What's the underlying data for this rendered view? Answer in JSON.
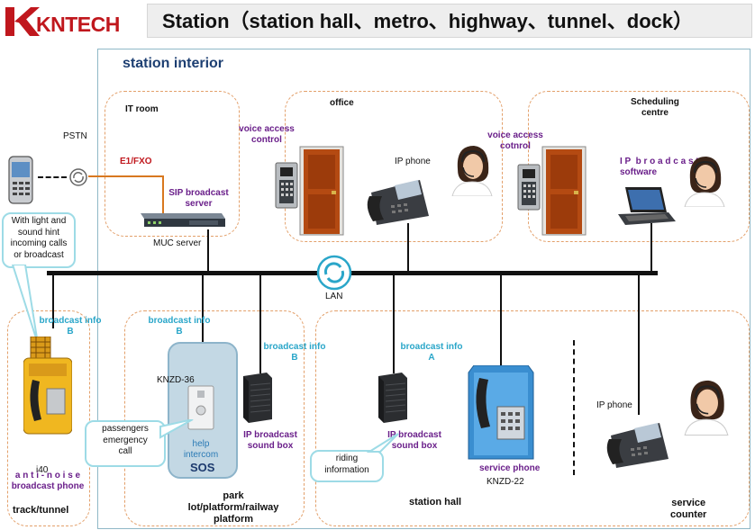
{
  "header": {
    "logo_text": "KNTECH",
    "title": "Station（station hall、metro、highway、tunnel、dock）"
  },
  "main": {
    "title": "station interior"
  },
  "zones": {
    "it_room": "IT room",
    "office": "office",
    "scheduling_centre": "Scheduling\ncentre",
    "track_tunnel": "track/tunnel",
    "park_platform": "park\nlot/platform/railway\nplatform",
    "station_hall": "station hall",
    "service_counter": "service\ncounter"
  },
  "labels": {
    "pstn": "PSTN",
    "e1_fxo": "E1/FXO",
    "sip_server": "SIP broadcast\nserver",
    "muc_server": "MUC server",
    "voice_access_1": "voice access\ncontrol",
    "voice_access_2": "voice access\ncotnrol",
    "ip_phone_office": "IP phone",
    "ip_broadcast_software": "I P  b r o a d c a s t\nsoftware",
    "lan": "LAN",
    "broadcast_b_track": "broadcast info\nB",
    "broadcast_b_park": "broadcast info\nB",
    "broadcast_b_box": "broadcast info\nB",
    "broadcast_a_hall": "broadcast info\nA",
    "knzd36": "KNZD-36",
    "help_intercom": "help\nintercom",
    "sos": "SOS",
    "ip_sound_box_1": "IP broadcast\nsound box",
    "ip_sound_box_2": "IP broadcast\nsound box",
    "service_phone": "service phone",
    "knzd22": "KNZD-22",
    "ip_phone_counter": "IP phone",
    "i40": "i40",
    "anti_noise": "a n t i - n o i s e\nbroadcast phone"
  },
  "callouts": {
    "light_sound": "With light and\nsound hint\nincoming calls\nor broadcast",
    "passengers": "passengers\nemergency\ncall",
    "riding": "riding\ninformation"
  },
  "colors": {
    "logo_red": "#c0171d",
    "cyan": "#2aa6c9",
    "purple": "#6a1f8a",
    "zone_border": "#e3a06b",
    "callout_border": "#9ddbe6",
    "main_border": "#8fb8c7"
  }
}
